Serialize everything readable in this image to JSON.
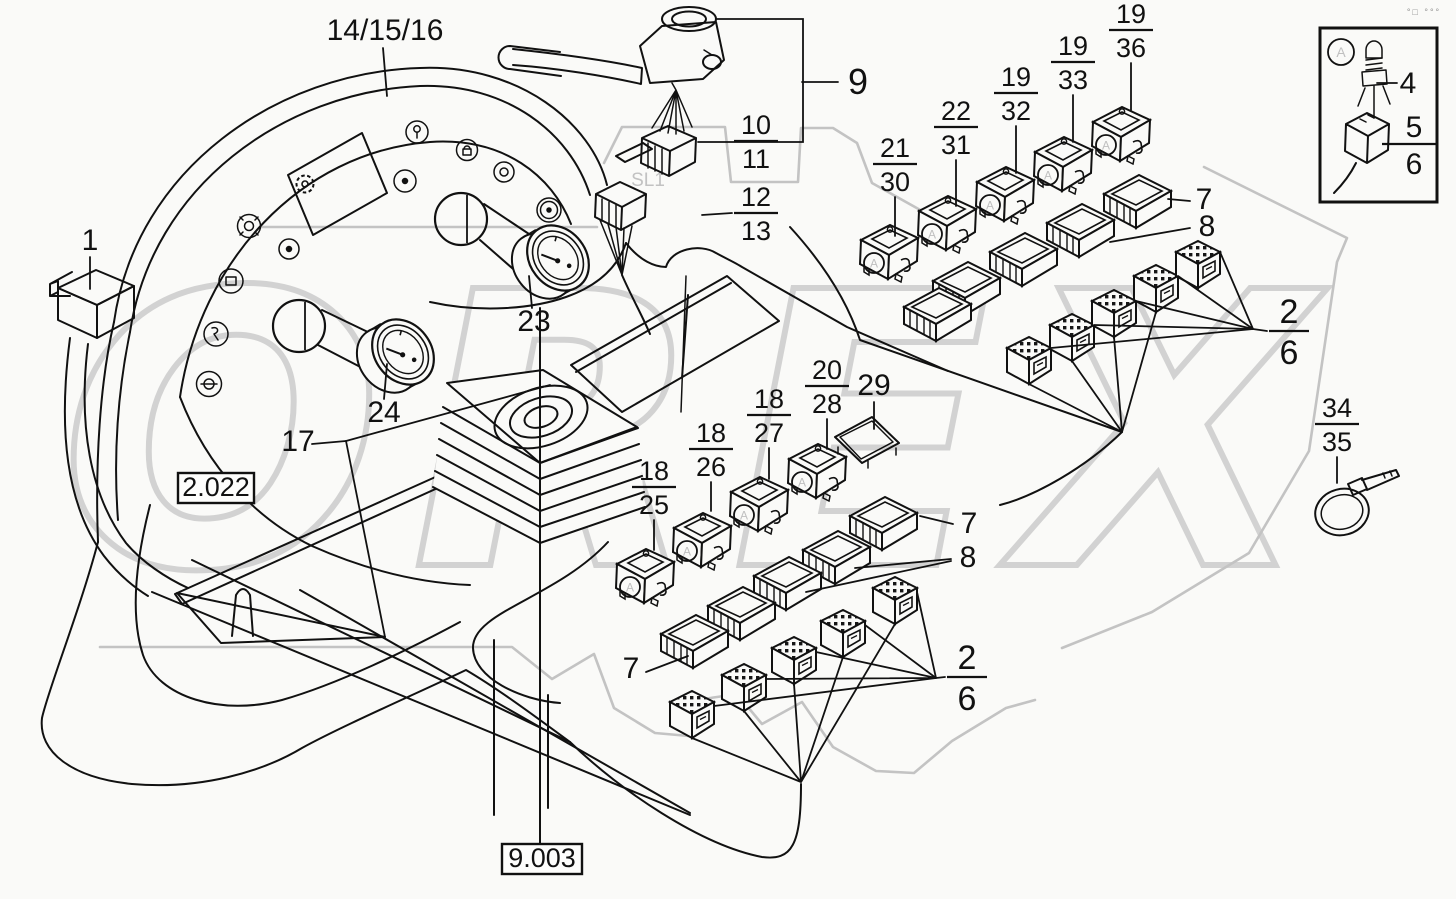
{
  "figure": {
    "watermark": "OREX",
    "code_label": "SL1",
    "corner_marks": "°□ °°°",
    "marker_letter": "A"
  },
  "labels": {
    "group_label": "14/15/16",
    "ref_left": "2.022",
    "ref_bottom": "9.003",
    "n1": "1",
    "n2": "2",
    "n4": "4",
    "n5": "5",
    "n6": "6",
    "n7": "7",
    "n8": "8",
    "n9": "9",
    "n10": "10",
    "n11": "11",
    "n12": "12",
    "n13": "13",
    "n17": "17",
    "n18": "18",
    "n19": "19",
    "n20": "20",
    "n21": "21",
    "n22": "22",
    "n23": "23",
    "n24": "24",
    "n25": "25",
    "n26": "26",
    "n27": "27",
    "n28": "28",
    "n29": "29",
    "n30": "30",
    "n31": "31",
    "n32": "32",
    "n33": "33",
    "n34": "34",
    "n35": "35",
    "n36": "36"
  }
}
